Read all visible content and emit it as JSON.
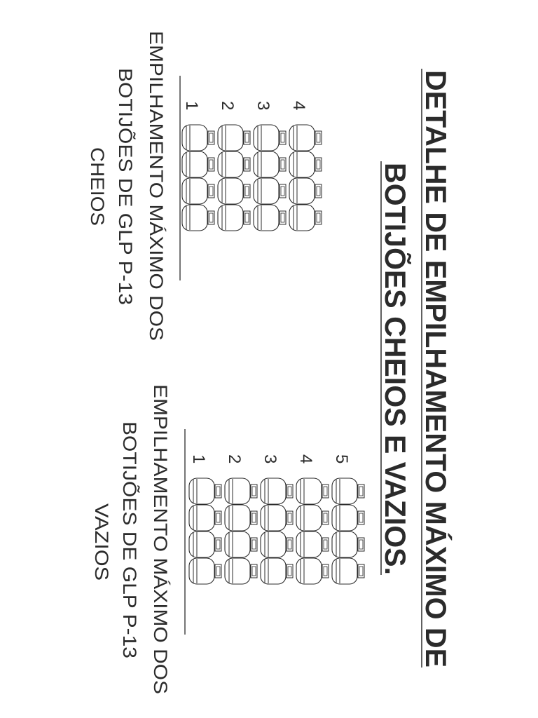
{
  "title": {
    "line1": "DETALHE DE EMPILHAMENTO MÁXIMO DE",
    "line2": "BOTIJÕES CHEIOS E VAZIOS."
  },
  "stacks": [
    {
      "id": "cheios",
      "label_lines": [
        "EMPILHAMENTO MÁXIMO DOS",
        "BOTIJÕES DE GLP P-13",
        "CHEIOS"
      ],
      "layers": 4,
      "layer_numbers": [
        "1",
        "2",
        "3",
        "4"
      ],
      "cylinders_per_layer": 4
    },
    {
      "id": "vazios",
      "label_lines": [
        "EMPILHAMENTO MÁXIMO DOS",
        "BOTIJÕES DE GLP P-13",
        "VAZIOS"
      ],
      "layers": 5,
      "layer_numbers": [
        "1",
        "2",
        "3",
        "4",
        "5"
      ],
      "cylinders_per_layer": 4
    }
  ],
  "colors": {
    "ink": "#2b2b2b",
    "paper": "#ffffff"
  }
}
